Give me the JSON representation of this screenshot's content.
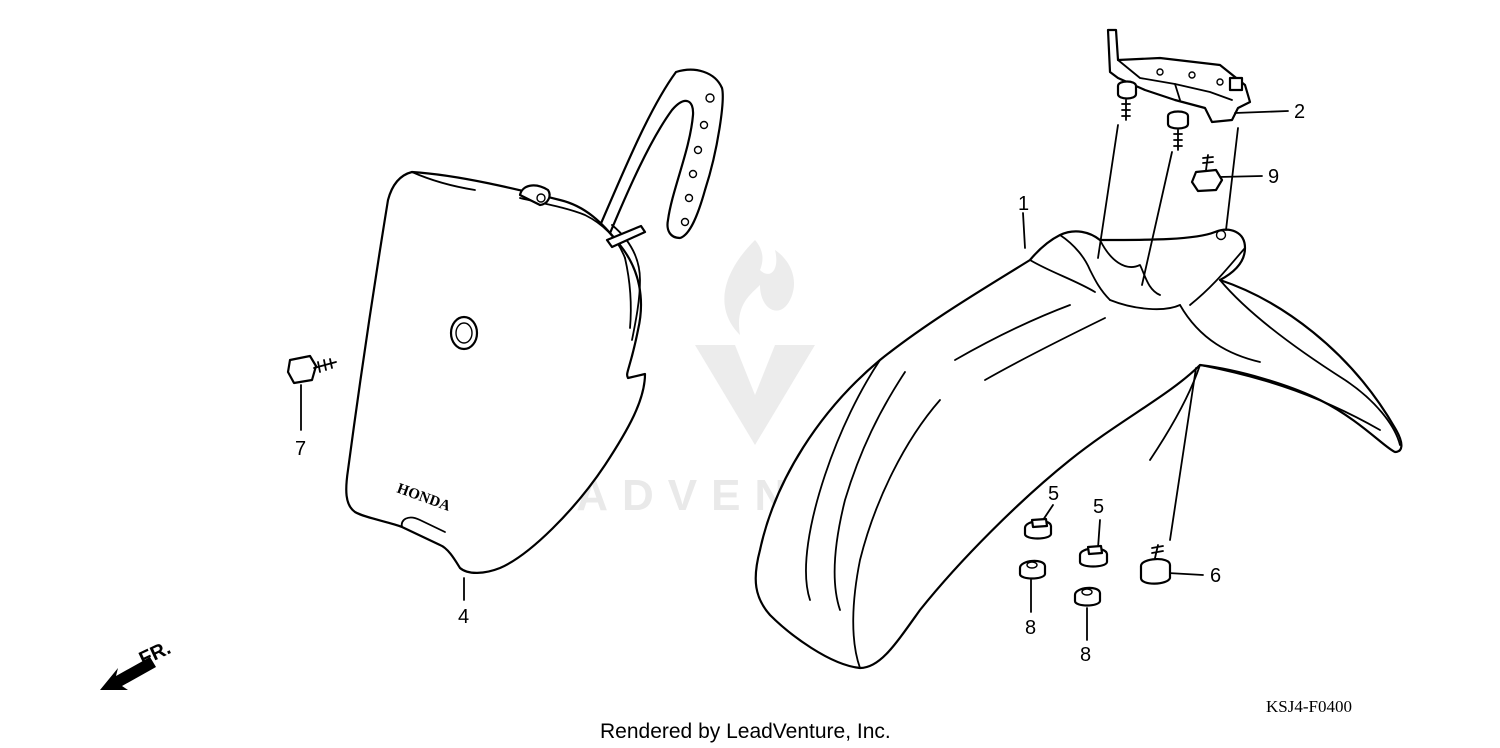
{
  "diagram": {
    "watermark": "LEADVENTURE",
    "brand_mark": "HONDA",
    "direction_label": "FR.",
    "diagram_code": "KSJ4-F0400",
    "footer": "Rendered by LeadVenture, Inc.",
    "callouts": {
      "c1": "1",
      "c2": "2",
      "c4": "4",
      "c5a": "5",
      "c5b": "5",
      "c6": "6",
      "c7": "7",
      "c8a": "8",
      "c8b": "8",
      "c9": "9"
    }
  }
}
